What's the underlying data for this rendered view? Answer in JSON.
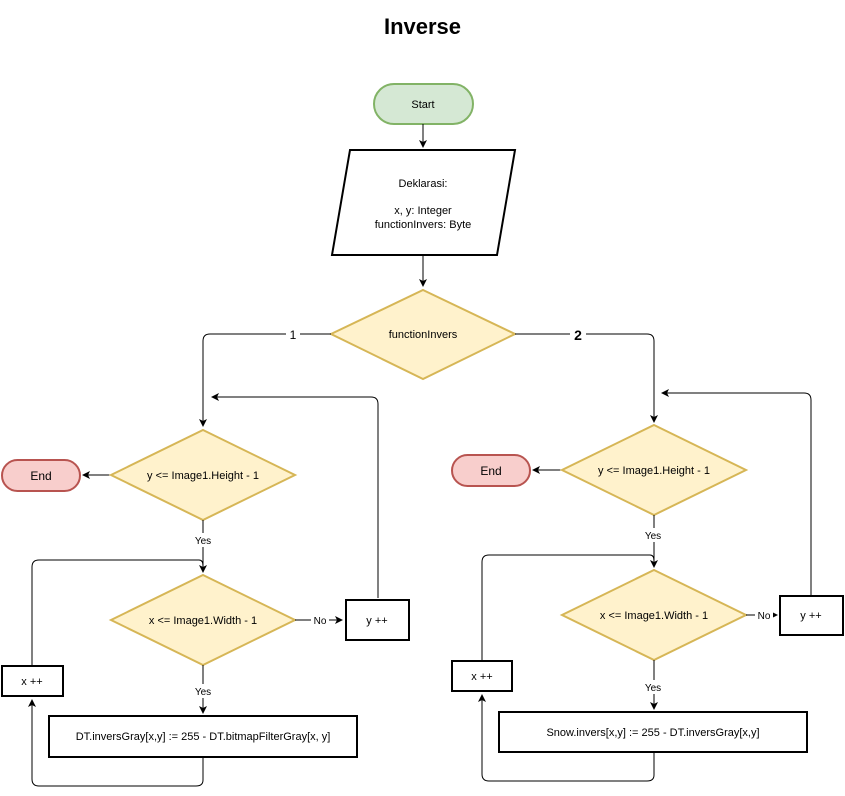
{
  "title": "Inverse",
  "start": "Start",
  "declaration": {
    "heading": "Deklarasi:",
    "line1": "x, y: Integer",
    "line2": "functionInvers: Byte"
  },
  "switch": {
    "label": "functionInvers",
    "branch_left": "1",
    "branch_right": "2"
  },
  "left": {
    "end": "End",
    "cond_y": "y <= Image1.Height - 1",
    "cond_x": "x <= Image1.Width - 1",
    "yes1": "Yes",
    "yes2": "Yes",
    "no": "No",
    "y_inc": "y ++",
    "x_inc": "x ++",
    "process": "DT.inversGray[x,y] := 255 - DT.bitmapFilterGray[x, y]"
  },
  "right": {
    "end": "End",
    "cond_y": "y <= Image1.Height - 1",
    "cond_x": "x <= Image1.Width - 1",
    "yes1": "Yes",
    "yes2": "Yes",
    "no": "No",
    "y_inc": "y ++",
    "x_inc": "x ++",
    "process": "Snow.invers[x,y] := 255 - DT.inversGray[x,y]"
  },
  "colors": {
    "start_fill": "#d5e8d4",
    "start_stroke": "#82b366",
    "end_fill": "#f8cecc",
    "end_stroke": "#b85450",
    "decision_fill": "#fff2cc",
    "decision_stroke": "#d6b656"
  }
}
